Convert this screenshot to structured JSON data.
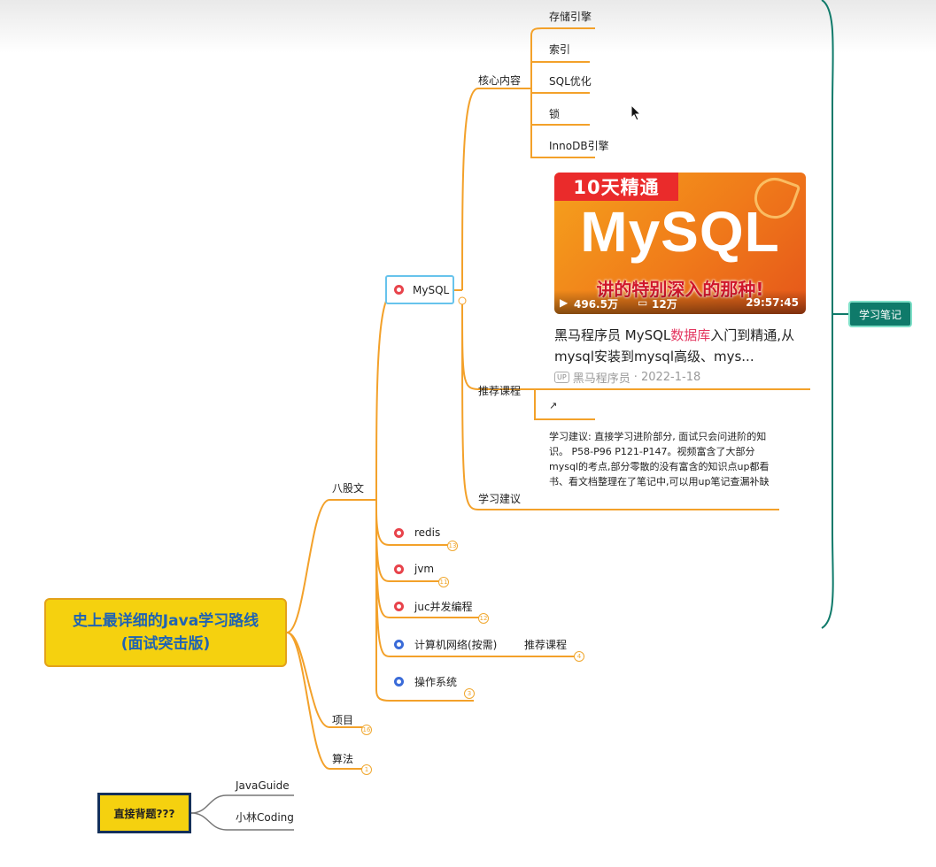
{
  "root": {
    "line1": "史上最详细的Java学习路线",
    "line2": "(面试突击版)"
  },
  "branches": {
    "baguwen": "八股文",
    "projects": "项目",
    "algorithms": "算法"
  },
  "mysql": {
    "label": "MySQL",
    "core_label": "核心内容",
    "core_items": [
      "存储引擎",
      "索引",
      "SQL优化",
      "锁",
      "InnoDB引擎"
    ],
    "recommend_label": "推荐课程",
    "advice_label": "学习建议",
    "advice_text": "学习建议: 直接学习进阶部分, 面试只会问进阶的知识。 P58-P96 P121-P147。视频富含了大部分mysql的考点,部分零散的没有富含的知识点up都看书、看文档整理在了笔记中,可以用up笔记查漏补缺"
  },
  "video": {
    "badge": "10天精通",
    "big_text": "MySQL",
    "tagline": "讲的特别深入的那种!",
    "views": "496.5万",
    "danmaku": "12万",
    "duration": "29:57:45",
    "title_before": "黑马程序员 MySQL",
    "title_highlight": "数据库",
    "title_after": "入门到精通,从mysql安装到mysql高级、mys...",
    "up_icon": "UP",
    "uploader": "黑马程序员",
    "date": "· 2022-1-18",
    "link_icon": "↗"
  },
  "topics": [
    {
      "label": "redis",
      "color": "red",
      "badge": "13"
    },
    {
      "label": "jvm",
      "color": "red",
      "badge": "11"
    },
    {
      "label": "juc并发编程",
      "color": "red",
      "badge": "12"
    },
    {
      "label": "计算机网络(按需)",
      "color": "blue",
      "badge": "4"
    },
    {
      "label": "操作系统",
      "color": "blue",
      "badge": "3"
    }
  ],
  "network_recommend": "推荐课程",
  "badges": {
    "projects": "16",
    "algorithms": "1"
  },
  "study_note": "学习笔记",
  "direct": {
    "label": "直接背题???",
    "items": [
      "JavaGuide",
      "小林Coding"
    ]
  },
  "colors": {
    "branch": "#f3a12a",
    "teal": "#0f7a6a",
    "root_fill": "#f5d10f",
    "root_text": "#1f63b3"
  }
}
